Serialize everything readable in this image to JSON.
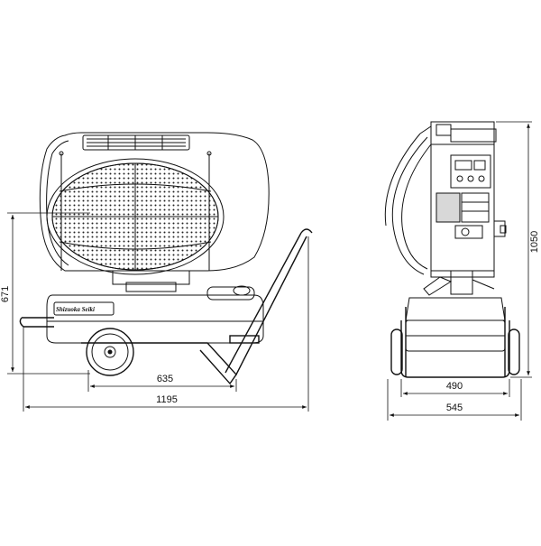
{
  "drawing": {
    "brand_logo": "Shizuoka Seiki",
    "colors": {
      "line": "#111111",
      "background": "#ffffff",
      "accent_fill": "#d8d8d8"
    }
  },
  "front_view": {
    "height_label": "671",
    "wheel_base_label": "635",
    "overall_length_label": "1195"
  },
  "side_view": {
    "height_label": "1050",
    "inner_width_label": "490",
    "overall_width_label": "545"
  }
}
